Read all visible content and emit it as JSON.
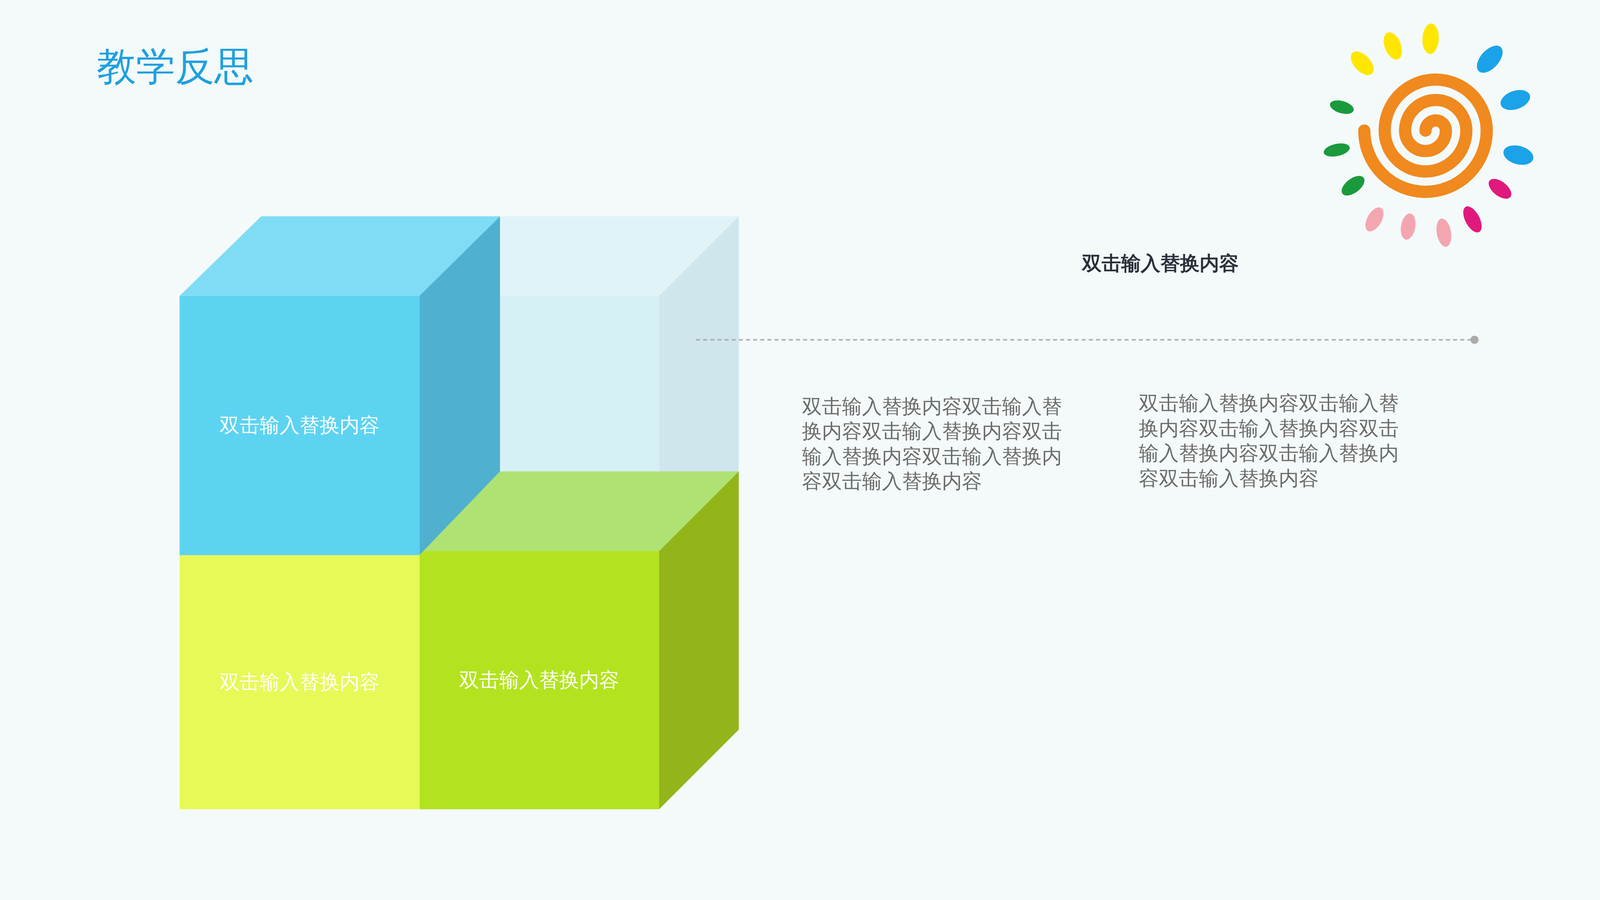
{
  "diagram": {
    "title": "教学反思",
    "nodes": [
      {
        "text": [
          "双击输入替换内容"
        ]
      },
      {
        "text": [
          "双击输入替换内容"
        ]
      },
      {
        "text": [
          "双击输入替换内容"
        ]
      }
    ],
    "labels": [
      "双击输入替换内容",
      "双击输入替换内容双击输入替换内容双击输入替换内容双击输入替换内容双击输入替换内容双击输入替换内容",
      "双击输入替换内容双击输入替换内容双击输入替换内容双击输入替换内容双击输入替换内容双击输入替换内容"
    ]
  }
}
